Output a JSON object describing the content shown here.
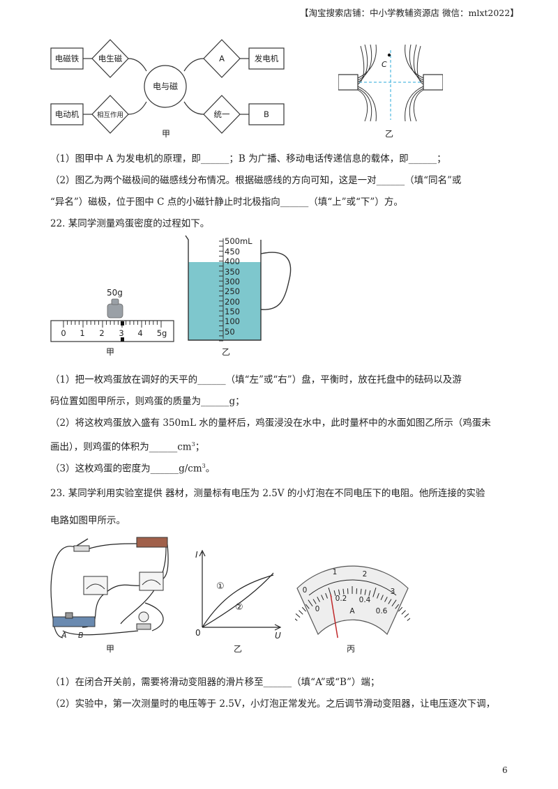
{
  "header": {
    "shop": "【淘宝搜索店铺：中小学教辅资源店 微信：mlxt2022】"
  },
  "fig21_jia": {
    "caption": "甲",
    "boxes": {
      "electromagnet": "电磁铁",
      "motor": "电动机",
      "generator": "发电机",
      "b": "B"
    },
    "diamonds": {
      "electricity_to_magnet": "电生磁",
      "interaction": "相互作用",
      "a": "A",
      "unify": "统一"
    },
    "center": "电与磁"
  },
  "fig21_yi": {
    "caption": "乙",
    "point_c": "C"
  },
  "q21": {
    "line1": "（1）图甲中 A 为发电机的原理，即______；B 为广播、移动电话传递信息的载体，即______；",
    "line2": "（2）图乙为两个磁极间的磁感线分布情况。根据磁感线的方向可知，这是一对______（填“同名”或",
    "line3": "“异名”）磁极，位于图中 C 点的小磁针静止时北极指向______（填“上”或“下”）方。"
  },
  "q22": {
    "title": "22. 某同学测量鸡蛋密度的过程如下。",
    "weight_label": "50g",
    "ruler_ticks": [
      "0",
      "1",
      "2",
      "3",
      "4",
      "5g"
    ],
    "caption_jia": "甲",
    "cylinder_top": "500mL",
    "cylinder_ticks": [
      "450",
      "400",
      "350",
      "300",
      "250",
      "200",
      "150",
      "100",
      "50"
    ],
    "caption_yi": "乙",
    "line1": "（1）把一枚鸡蛋放在调好的天平的______（填“左”或“右”）盘，平衡时，放在托盘中的砝码以及游",
    "line2": "码位置如图甲所示，则鸡蛋的质量为______g；",
    "line3": "（2）将这枚鸡蛋放入盛有 350mL 水的量杯后，鸡蛋浸没在水中，此时量杯中的水面如图乙所示（鸡蛋未",
    "line4a": "画出），则鸡蛋的体积为______cm",
    "line4sup": "3",
    "line4b": "；",
    "line5a": "（3）这枚鸡蛋的密度为______g/cm",
    "line5sup": "3",
    "line5b": "。"
  },
  "q23": {
    "line1": "23. 某同学利用实验室提供 器材，测量标有电压为 2.5V 的小灯泡在不同电压下的电阻。他所连接的实验",
    "line2": "电路如图甲所示。",
    "circuit_labels": {
      "a": "A",
      "b": "B"
    },
    "caption_jia": "甲",
    "graph": {
      "ylabel": "I",
      "xlabel": "U",
      "origin": "0",
      "curve1": "①",
      "curve2": "②"
    },
    "caption_yi": "乙",
    "meter": {
      "upper_ticks": [
        "0",
        "1",
        "2",
        "3"
      ],
      "lower_ticks": [
        "0",
        "0.2",
        "0.4",
        "0.6"
      ],
      "unit": "A",
      "reading_lower_scale": 0.2
    },
    "caption_bing": "丙",
    "q1": "（1）在闭合开关前，需要将滑动变阻器的滑片移至______（填“A”或“B”）端；",
    "q2": "（2）实验中，第一次测量时的电压等于 2.5V，小灯泡正常发光。之后调节滑动变阻器，让电压逐次下调，"
  },
  "page_number": "6"
}
